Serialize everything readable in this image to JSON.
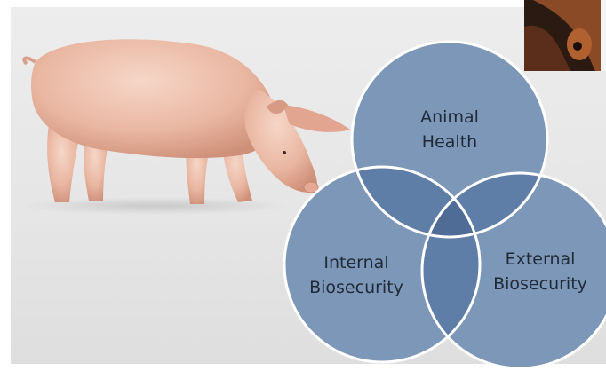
{
  "venn": {
    "circles": [
      {
        "label": "Animal\nHealth"
      },
      {
        "label": "Internal\nBiosecurity"
      },
      {
        "label": "External\nBiosecurity"
      }
    ],
    "colors": {
      "circle_fill": "#7d97b9",
      "overlap_fill": "#5f7ea7",
      "center_fill": "#4e6c95",
      "circle_stroke": "#ffffff",
      "label_text": "#1f2a36"
    }
  },
  "icons": {
    "pig": "pig-illustration",
    "photo": "corner-photo-thumbnail"
  }
}
